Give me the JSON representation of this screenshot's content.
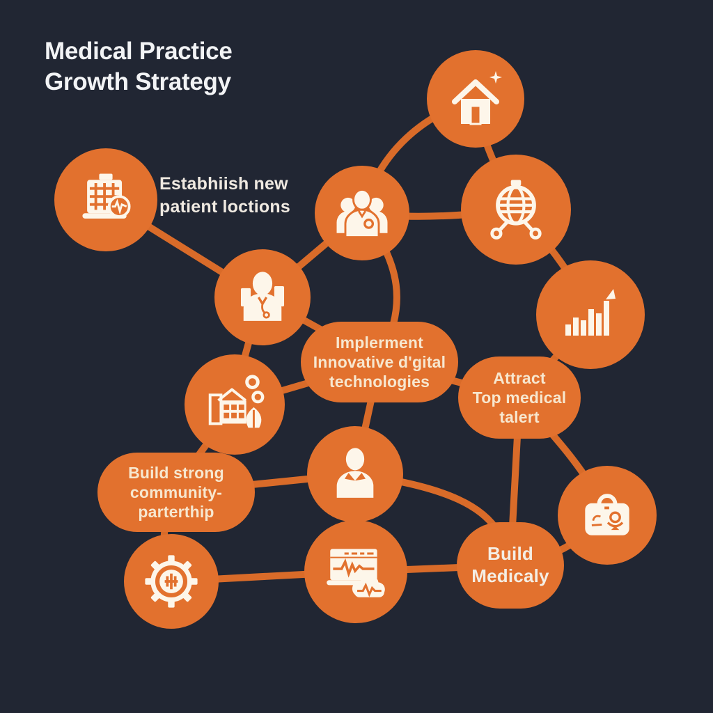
{
  "title": "Medical Practice\nGrowth Strategy",
  "colors": {
    "background": "#212633",
    "node_orange": "#e2712e",
    "edge_orange": "#d96b29",
    "node_text_cream": "#f7e7cf",
    "title_text": "#f2f3f5",
    "icon_white": "#fdf6ea"
  },
  "nodes": {
    "establish": {
      "label": "Estabhiish new\npatient loctions",
      "icon": "clinic-calendar-pulse-icon"
    },
    "house": {
      "label": "",
      "icon": "house-icon"
    },
    "team": {
      "label": "",
      "icon": "medical-team-icon"
    },
    "globe": {
      "label": "",
      "icon": "globe-stand-icon"
    },
    "doctor": {
      "label": "",
      "icon": "doctor-stethoscope-icon"
    },
    "barchart": {
      "label": "",
      "icon": "growth-chart-icon"
    },
    "implement": {
      "label": "Implerment\nInnovative d'gital\ntechnologies",
      "icon": null
    },
    "attract": {
      "label": "Attract\nTop medical\ntalert",
      "icon": null
    },
    "hospital": {
      "label": "",
      "icon": "clinic-building-icon"
    },
    "person": {
      "label": "",
      "icon": "person-collar-icon"
    },
    "community": {
      "label": "Build strong\ncommunity-\nparterthip",
      "icon": null
    },
    "briefcase": {
      "label": "",
      "icon": "medical-briefcase-icon"
    },
    "gear": {
      "label": "",
      "icon": "gear-icon"
    },
    "monitor": {
      "label": "",
      "icon": "monitor-pulse-cloud-icon"
    },
    "buildmed": {
      "label": "Build\nMedicaly",
      "icon": null
    }
  },
  "edges": [
    [
      "establish",
      "doctor"
    ],
    [
      "house",
      "team"
    ],
    [
      "house",
      "globe"
    ],
    [
      "team",
      "globe"
    ],
    [
      "team",
      "doctor"
    ],
    [
      "team",
      "implement"
    ],
    [
      "doctor",
      "implement"
    ],
    [
      "doctor",
      "hospital"
    ],
    [
      "globe",
      "barchart"
    ],
    [
      "barchart",
      "attract"
    ],
    [
      "implement",
      "attract"
    ],
    [
      "hospital",
      "implement"
    ],
    [
      "hospital",
      "community"
    ],
    [
      "community",
      "gear"
    ],
    [
      "community",
      "person"
    ],
    [
      "gear",
      "monitor"
    ],
    [
      "monitor",
      "buildmed"
    ],
    [
      "person",
      "monitor"
    ],
    [
      "implement",
      "person"
    ],
    [
      "person",
      "buildmed"
    ],
    [
      "attract",
      "buildmed"
    ],
    [
      "attract",
      "briefcase"
    ],
    [
      "briefcase",
      "buildmed"
    ]
  ]
}
